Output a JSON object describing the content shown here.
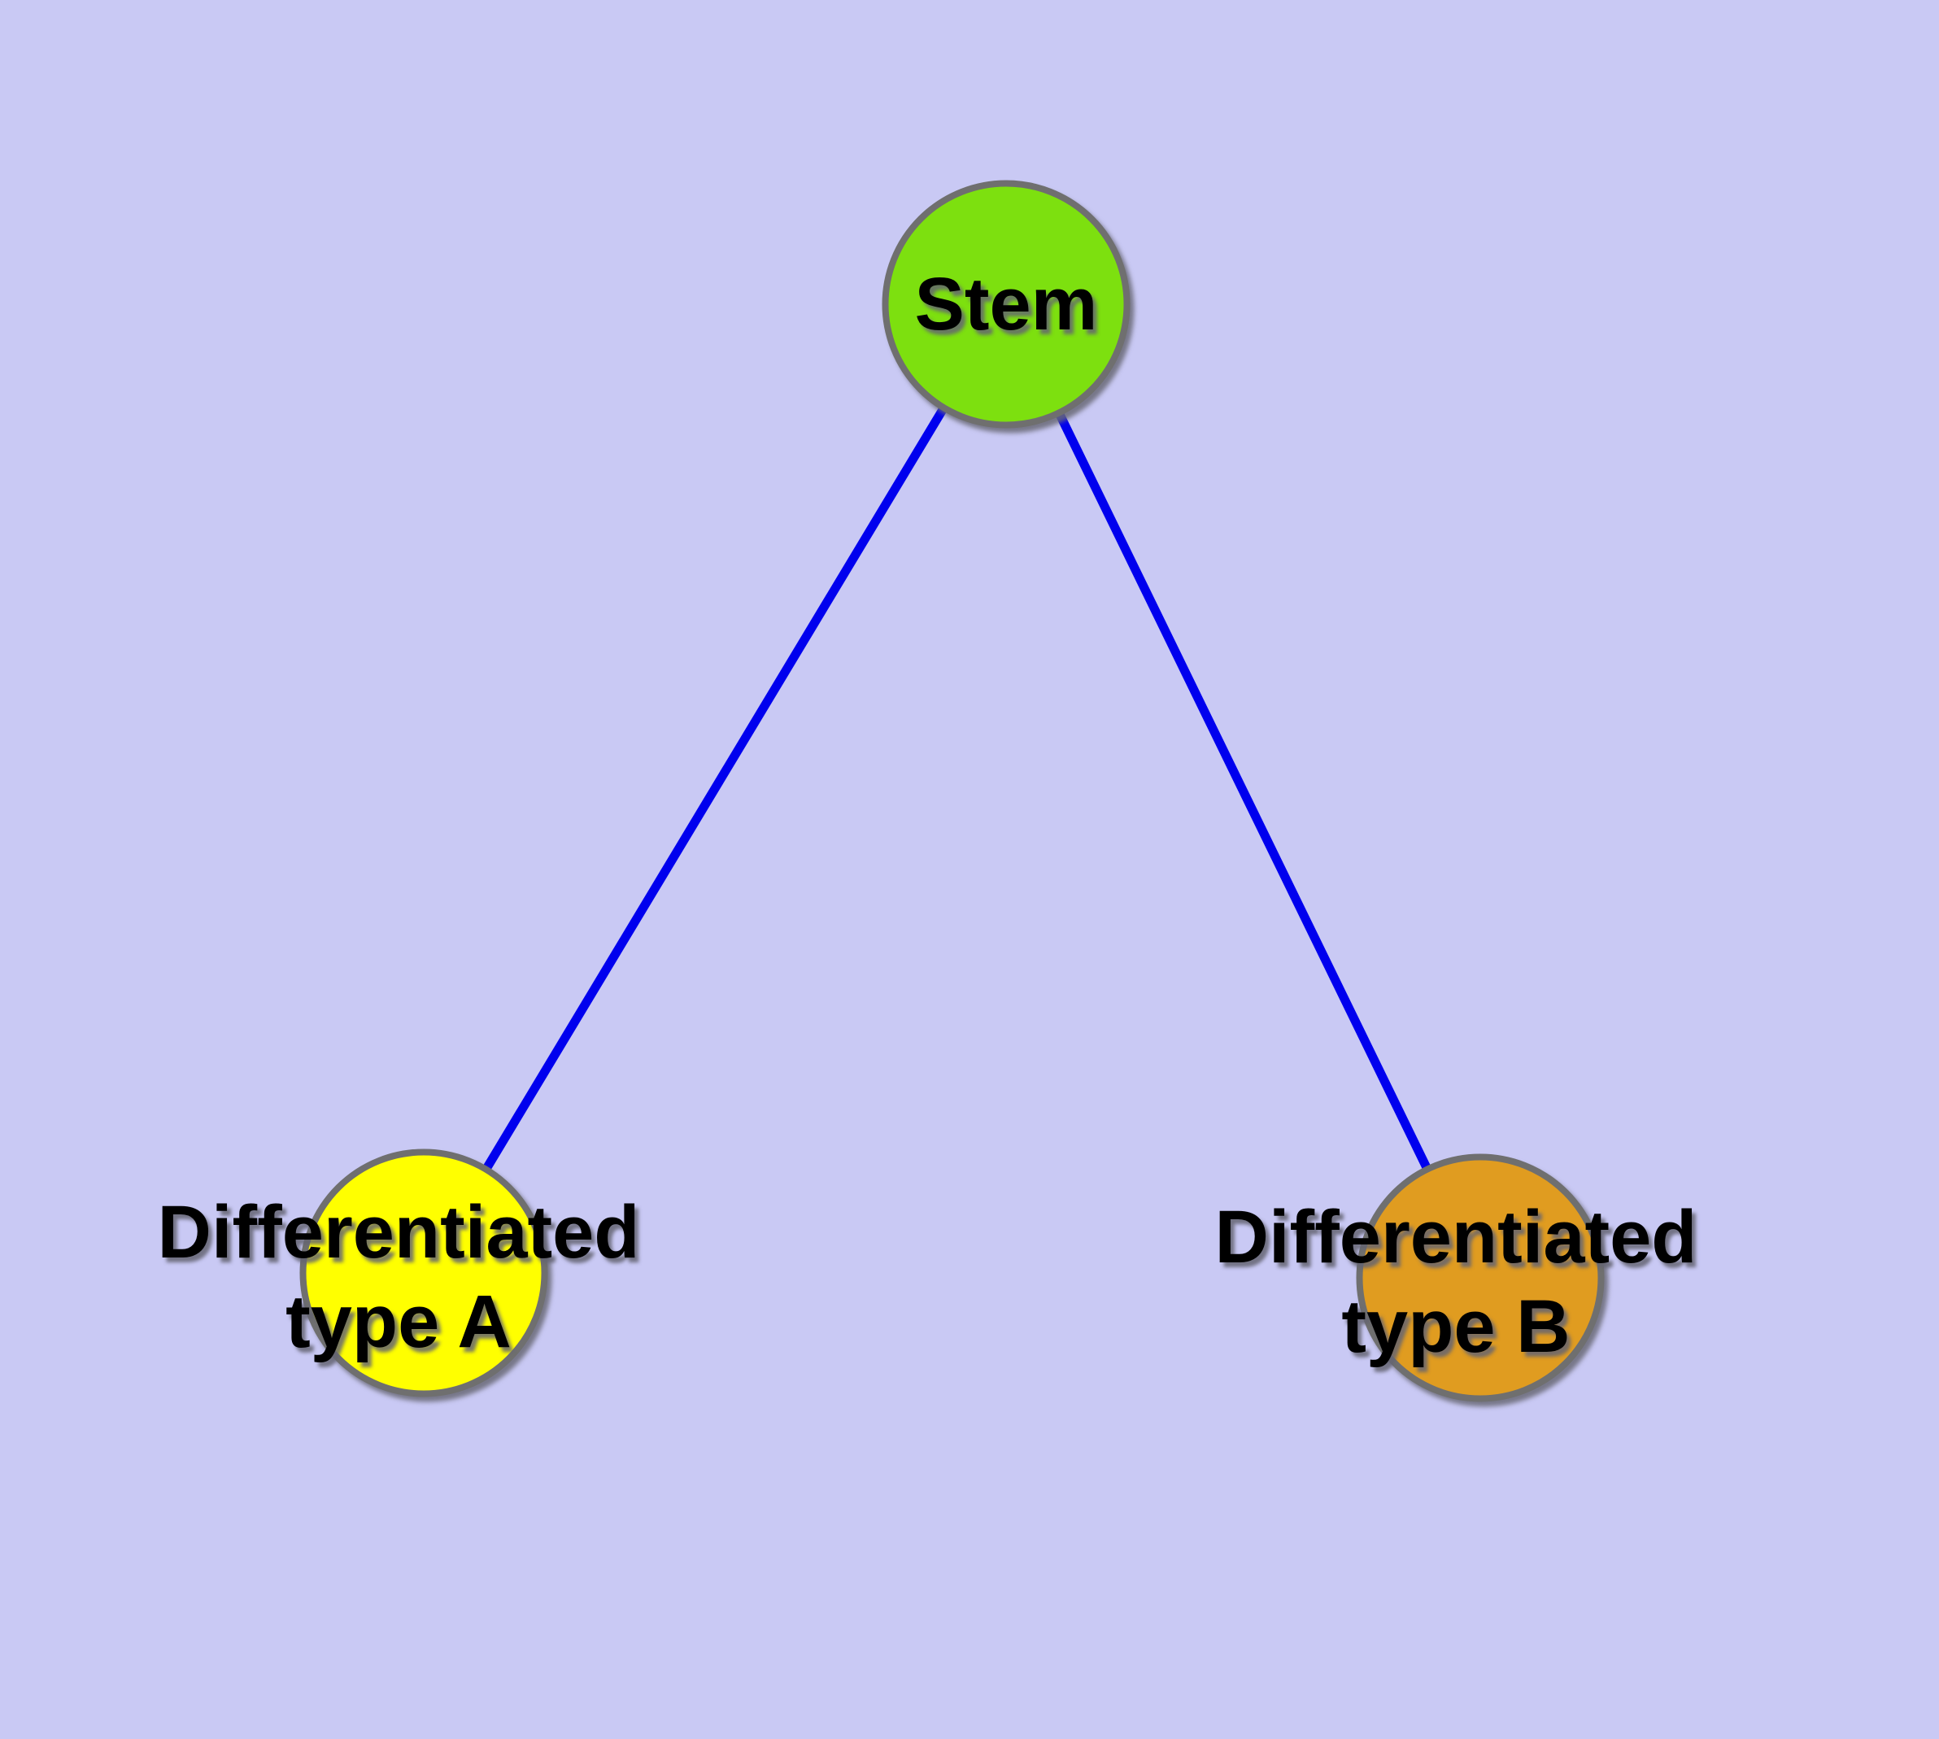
{
  "diagram": {
    "background_color": "#c9c9f4",
    "edge_color": "#0000ee",
    "node_border_color": "#6f6f6f",
    "nodes": {
      "stem": {
        "label": "Stem",
        "fill_color": "#7de00f"
      },
      "differentiated_a": {
        "label_line1": "Differentiated",
        "label_line2": "type A",
        "fill_color": "#ffff00"
      },
      "differentiated_b": {
        "label_line1": "Differentiated",
        "label_line2": "type B",
        "fill_color": "#e09c20"
      }
    },
    "edges": [
      {
        "from": "Stem",
        "to": "Differentiated type A"
      },
      {
        "from": "Stem",
        "to": "Differentiated type B"
      }
    ]
  }
}
